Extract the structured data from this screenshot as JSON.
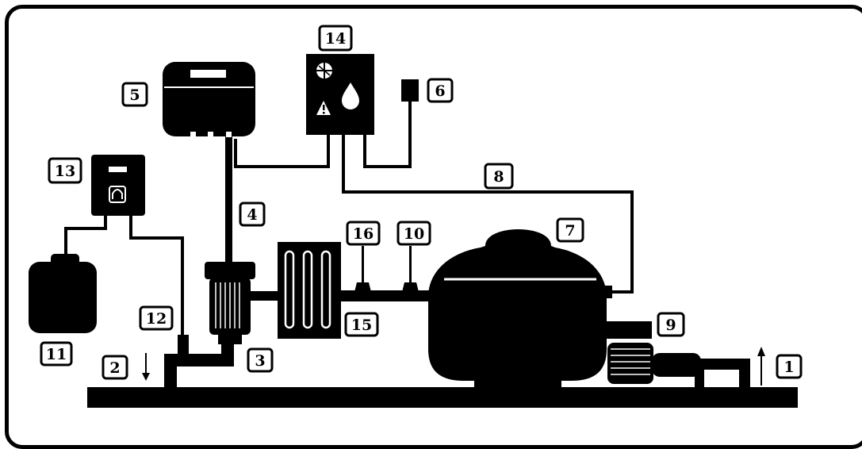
{
  "diagram": {
    "labels": [
      {
        "id": "1",
        "text": "1"
      },
      {
        "id": "2",
        "text": "2"
      },
      {
        "id": "3",
        "text": "3"
      },
      {
        "id": "4",
        "text": "4"
      },
      {
        "id": "5",
        "text": "5"
      },
      {
        "id": "6",
        "text": "6"
      },
      {
        "id": "7",
        "text": "7"
      },
      {
        "id": "8",
        "text": "8"
      },
      {
        "id": "9",
        "text": "9"
      },
      {
        "id": "10",
        "text": "10"
      },
      {
        "id": "11",
        "text": "11"
      },
      {
        "id": "12",
        "text": "12"
      },
      {
        "id": "13",
        "text": "13"
      },
      {
        "id": "14",
        "text": "14"
      },
      {
        "id": "15",
        "text": "15"
      },
      {
        "id": "16",
        "text": "16"
      }
    ],
    "icons": [
      "grid-bulb-icon",
      "water-drop-icon",
      "warning-icon",
      "probe-socket-icon"
    ],
    "colors": {
      "ink": "#000000",
      "paper": "#ffffff"
    }
  }
}
